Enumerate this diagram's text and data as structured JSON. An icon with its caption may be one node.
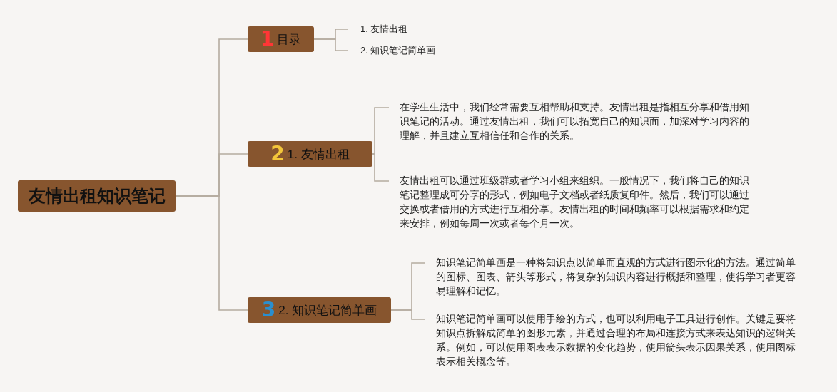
{
  "diagram": {
    "nodes": [
      {
        "text": [
          "友情出租知识笔记"
        ]
      },
      {
        "text": [
          "1",
          "目录"
        ]
      },
      {
        "text": [
          "2",
          "1. 友情出租"
        ]
      },
      {
        "text": [
          "3",
          "2. 知识笔记简单画"
        ]
      },
      {
        "text": [
          "1. 友情出租"
        ]
      },
      {
        "text": [
          "2. 知识笔记简单画"
        ]
      },
      {
        "text": [
          "在学生生活中，我们经常需要互相帮助和支持。友情出租是指相互分享和借用知识笔记的活动。通过友情出租，我们可以拓宽自己的知识面，加深对学习内容的理解，并且建立互相信任和合作的关系。"
        ]
      },
      {
        "text": [
          "友情出租可以通过班级群或者学习小组来组织。一般情况下，我们将自己的知识笔记整理成可分享的形式，例如电子文档或者纸质复印件。然后，我们可以通过交换或者借用的方式进行互相分享。友情出租的时间和频率可以根据需求和约定来安排，例如每周一次或者每个月一次。"
        ]
      },
      {
        "text": [
          "知识笔记简单画是一种将知识点以简单而直观的方式进行图示化的方法。通过简单的图标、图表、箭头等形式，将复杂的知识内容进行概括和整理，使得学习者更容易理解和记忆。"
        ]
      },
      {
        "text": [
          "知识笔记简单画可以使用手绘的方式，也可以利用电子工具进行创作。关键是要将知识点拆解成简单的图形元素，并通过合理的布局和连接方式来表达知识的逻辑关系。例如，可以使用图表表示数据的变化趋势，使用箭头表示因果关系，使用图标表示相关概念等。"
        ]
      }
    ],
    "edges": [
      {
        "from": 0,
        "to": 1,
        "arrow": "none"
      },
      {
        "from": 0,
        "to": 2,
        "arrow": "none"
      },
      {
        "from": 0,
        "to": 3,
        "arrow": "none"
      },
      {
        "from": 1,
        "to": 4,
        "arrow": "none"
      },
      {
        "from": 1,
        "to": 5,
        "arrow": "none"
      },
      {
        "from": 2,
        "to": 6,
        "arrow": "none"
      },
      {
        "from": 2,
        "to": 7,
        "arrow": "none"
      },
      {
        "from": 3,
        "to": 8,
        "arrow": "none"
      },
      {
        "from": 3,
        "to": 9,
        "arrow": "none"
      }
    ]
  }
}
